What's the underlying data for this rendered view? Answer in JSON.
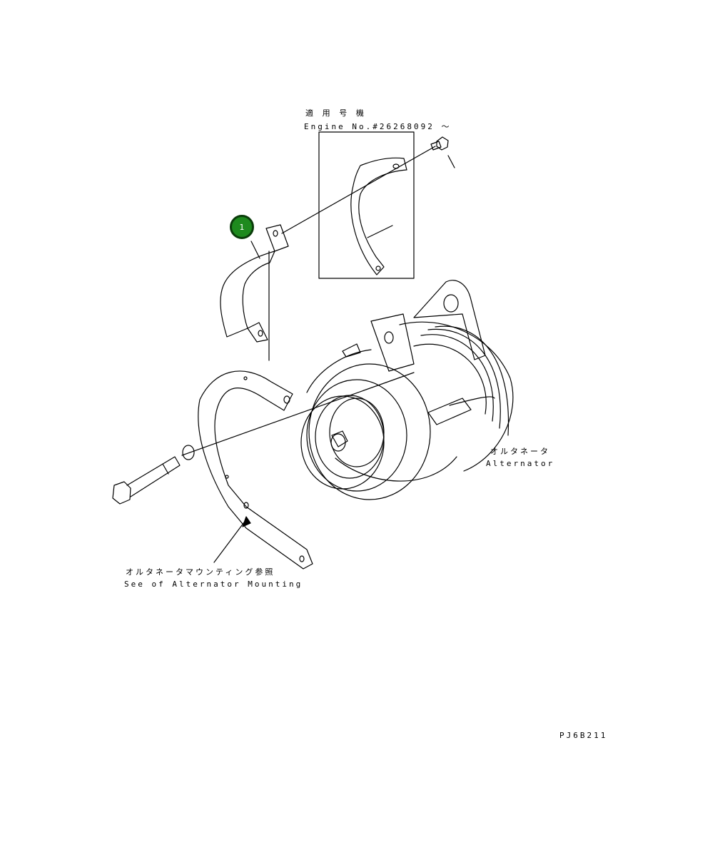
{
  "applicable_label_jp": "適 用 号 機",
  "engine_no_label": "Engine No.#26268092 ～",
  "alternator_label_jp": "オルタネータ",
  "alternator_label_en": "Alternator",
  "mounting_note_jp": "オルタネータマウンティング参照",
  "mounting_note_en": "See of Alternator Mounting",
  "drawing_code": "PJ6B211",
  "callouts": [
    {
      "number": "1",
      "color": "#1e8a1e",
      "border_color": "#0b3d0b"
    }
  ],
  "line_color": "#000000"
}
